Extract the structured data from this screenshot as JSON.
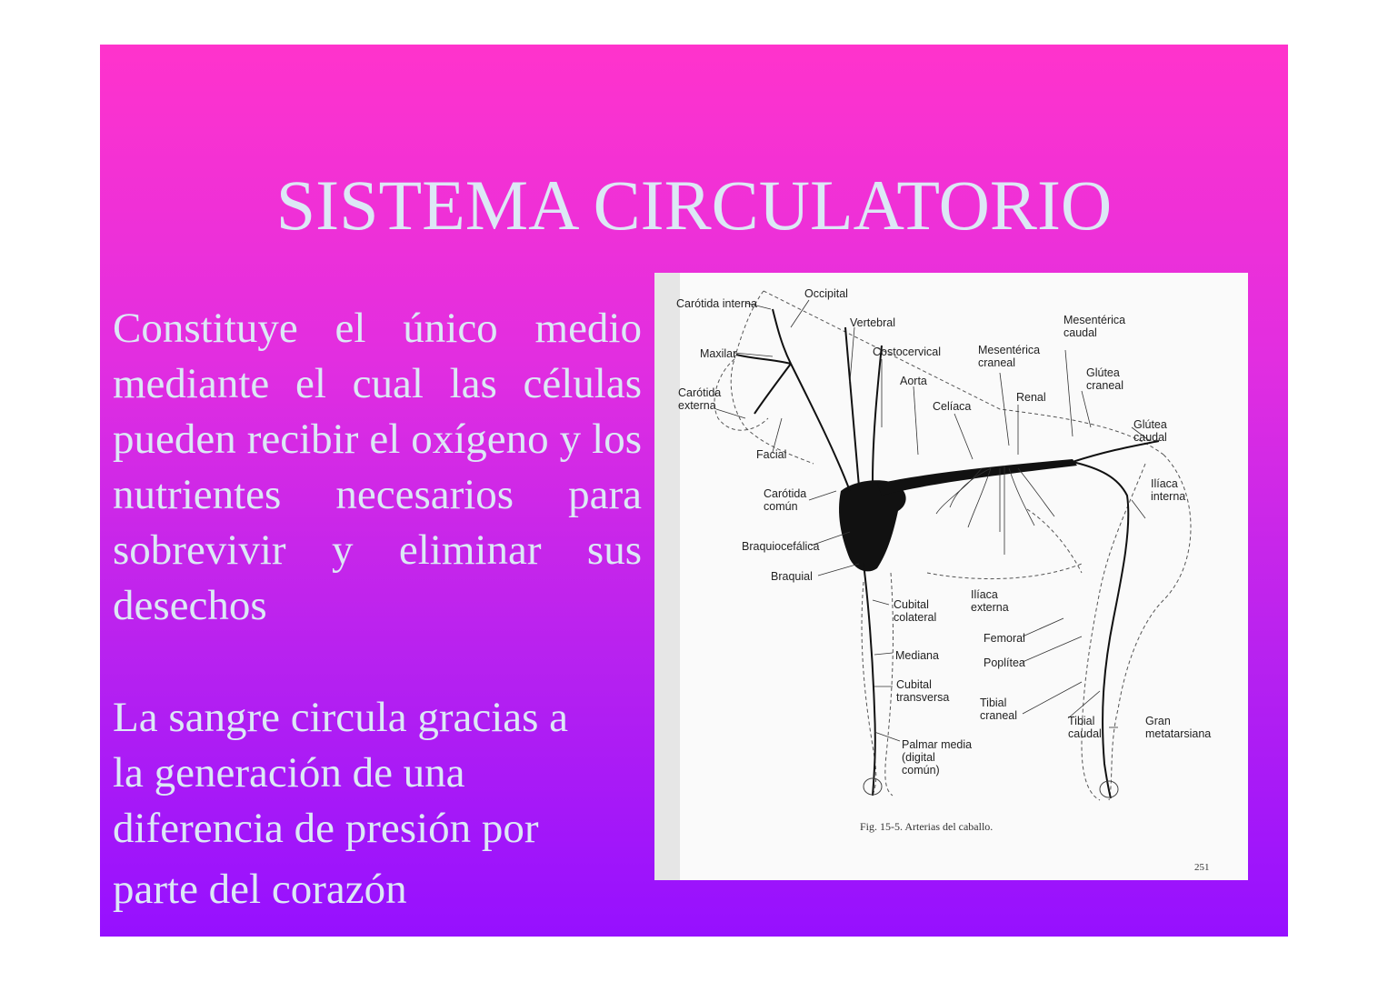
{
  "slide": {
    "title": "SISTEMA CIRCULATORIO",
    "paragraph_1": "Constituye el único medio mediante el cual las células pueden recibir el oxígeno y los nutrientes necesarios para sobrevivir y eliminar sus desechos",
    "paragraph_2": [
      "La sangre circula gracias a",
      "la generación de una",
      "diferencia de presión por",
      "parte del corazón"
    ]
  },
  "figure": {
    "labels": {
      "carotida_interna": "Carótida interna",
      "occipital": "Occipital",
      "vertebral": "Vertebral",
      "mesenterica_caudal": [
        "Mesentérica",
        "caudal"
      ],
      "maxilar": "Maxilar",
      "costocervical": "Costocervical",
      "mesenterica_craneal": [
        "Mesentérica",
        "craneal"
      ],
      "glutea_craneal": [
        "Glútea",
        "craneal"
      ],
      "aorta": "Aorta",
      "carotida_externa": [
        "Carótida",
        "externa"
      ],
      "celiaca": "Celíaca",
      "renal": "Renal",
      "glutea_caudal": [
        "Glútea",
        "caudal"
      ],
      "facial": "Facial",
      "iliaca_interna": [
        "Ilíaca",
        "interna"
      ],
      "carotida_comun": [
        "Carótida",
        "común"
      ],
      "braquiocefalica": "Braquiocefálica",
      "braquial": "Braquial",
      "iliaca_externa": [
        "Ilíaca",
        "externa"
      ],
      "cubital_colateral": [
        "Cubital",
        "colateral"
      ],
      "femoral": "Femoral",
      "mediana": "Mediana",
      "poplitea": "Poplítea",
      "cubital_transversa": [
        "Cubital",
        "transversa"
      ],
      "tibial_craneal": [
        "Tibial",
        "craneal"
      ],
      "tibial_caudal": [
        "Tibial",
        "caudal"
      ],
      "gran_metatarsiana": [
        "Gran",
        "metatarsiana"
      ],
      "palmar_media": [
        "Palmar media",
        "(digital",
        "común)"
      ]
    },
    "caption": "Fig. 15-5. Arterias del caballo.",
    "page_number": "251"
  }
}
